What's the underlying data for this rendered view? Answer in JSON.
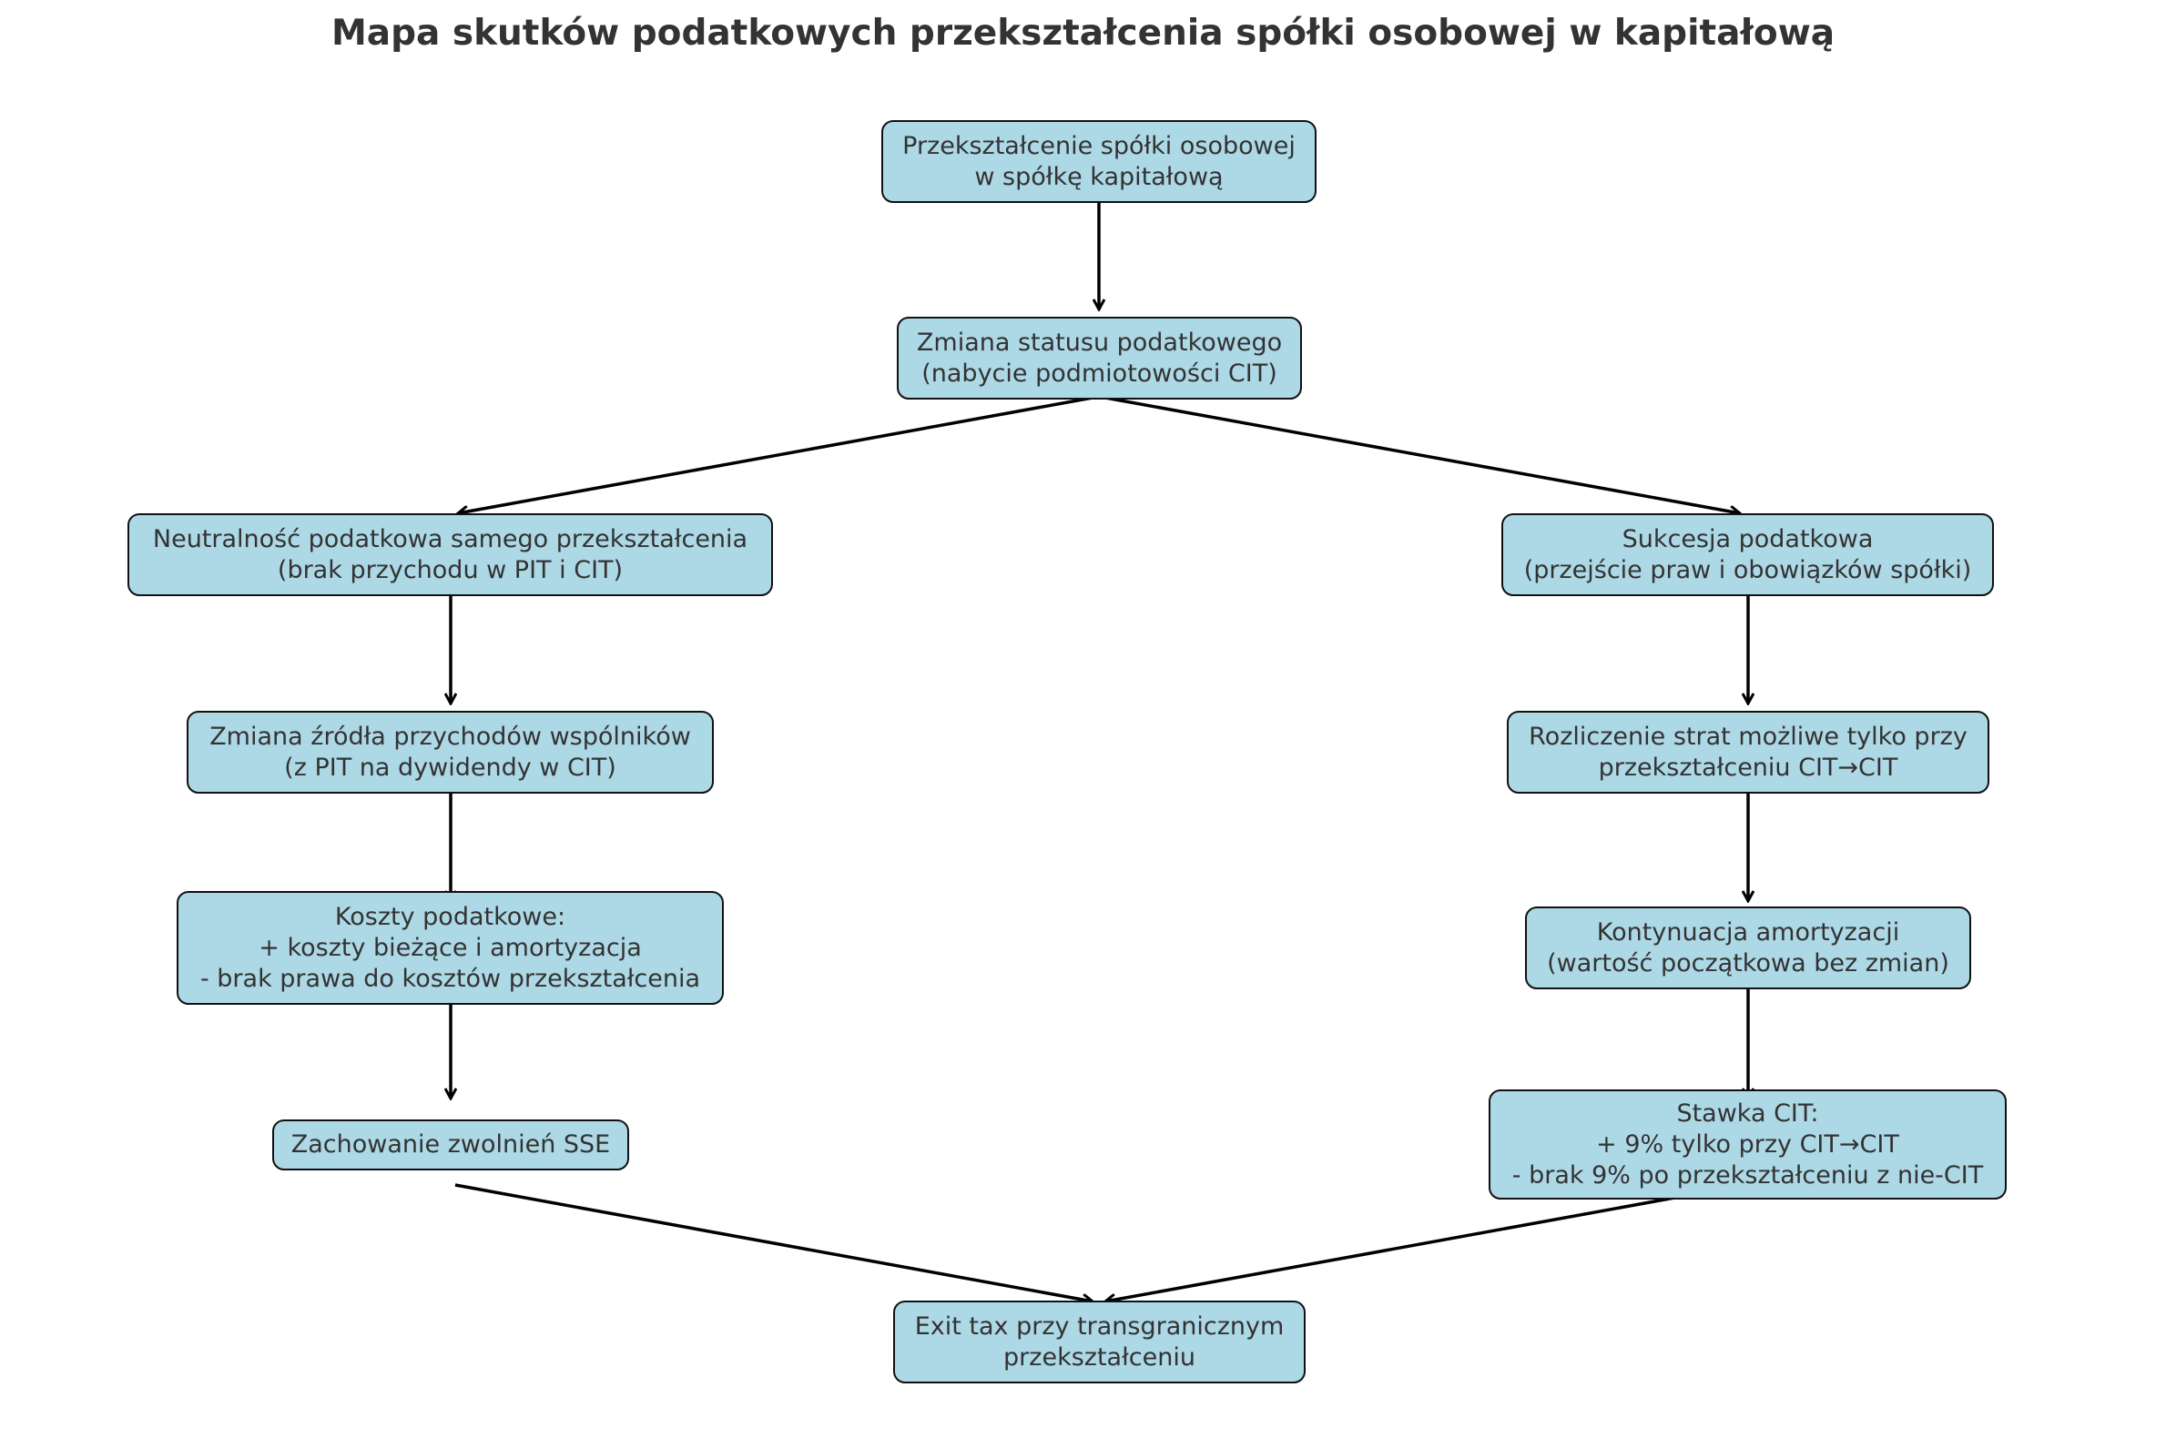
{
  "title": "Mapa skutków podatkowych przekształcenia spółki osobowej w kapitałową",
  "colors": {
    "node_fill": "#add8e6",
    "node_border": "#111111",
    "text": "#333333",
    "edge": "#000000"
  },
  "nodes": [
    {
      "id": "n1",
      "text": "Przekształcenie spółki osobowej\nw spółkę kapitałową"
    },
    {
      "id": "n2",
      "text": "Zmiana statusu podatkowego\n(nabycie podmiotowości CIT)"
    },
    {
      "id": "n3",
      "text": "Neutralność podatkowa samego przekształcenia\n(brak przychodu w PIT i CIT)"
    },
    {
      "id": "n4",
      "text": "Sukcesja podatkowa\n(przejście praw i obowiązków spółki)"
    },
    {
      "id": "n5",
      "text": "Zmiana źródła przychodów wspólników\n(z PIT na dywidendy w CIT)"
    },
    {
      "id": "n6",
      "text": "Rozliczenie strat możliwe tylko przy\nprzekształceniu CIT→CIT"
    },
    {
      "id": "n7",
      "text": "Koszty podatkowe:\n+ koszty bieżące i amortyzacja\n- brak prawa do kosztów przekształcenia"
    },
    {
      "id": "n8",
      "text": "Kontynuacja amortyzacji\n(wartość początkowa bez zmian)"
    },
    {
      "id": "n9",
      "text": "Zachowanie zwolnień SSE"
    },
    {
      "id": "n10",
      "text": "Stawka CIT:\n+ 9% tylko przy CIT→CIT\n- brak 9% po przekształceniu z nie-CIT"
    },
    {
      "id": "n11",
      "text": "Exit tax przy transgranicznym\nprzekształceniu"
    }
  ],
  "edges": [
    {
      "from": "n1",
      "to": "n2"
    },
    {
      "from": "n2",
      "to": "n3"
    },
    {
      "from": "n2",
      "to": "n4"
    },
    {
      "from": "n3",
      "to": "n5"
    },
    {
      "from": "n5",
      "to": "n7"
    },
    {
      "from": "n7",
      "to": "n9"
    },
    {
      "from": "n4",
      "to": "n6"
    },
    {
      "from": "n6",
      "to": "n8"
    },
    {
      "from": "n8",
      "to": "n10"
    },
    {
      "from": "n9",
      "to": "n11"
    },
    {
      "from": "n10",
      "to": "n11"
    }
  ]
}
